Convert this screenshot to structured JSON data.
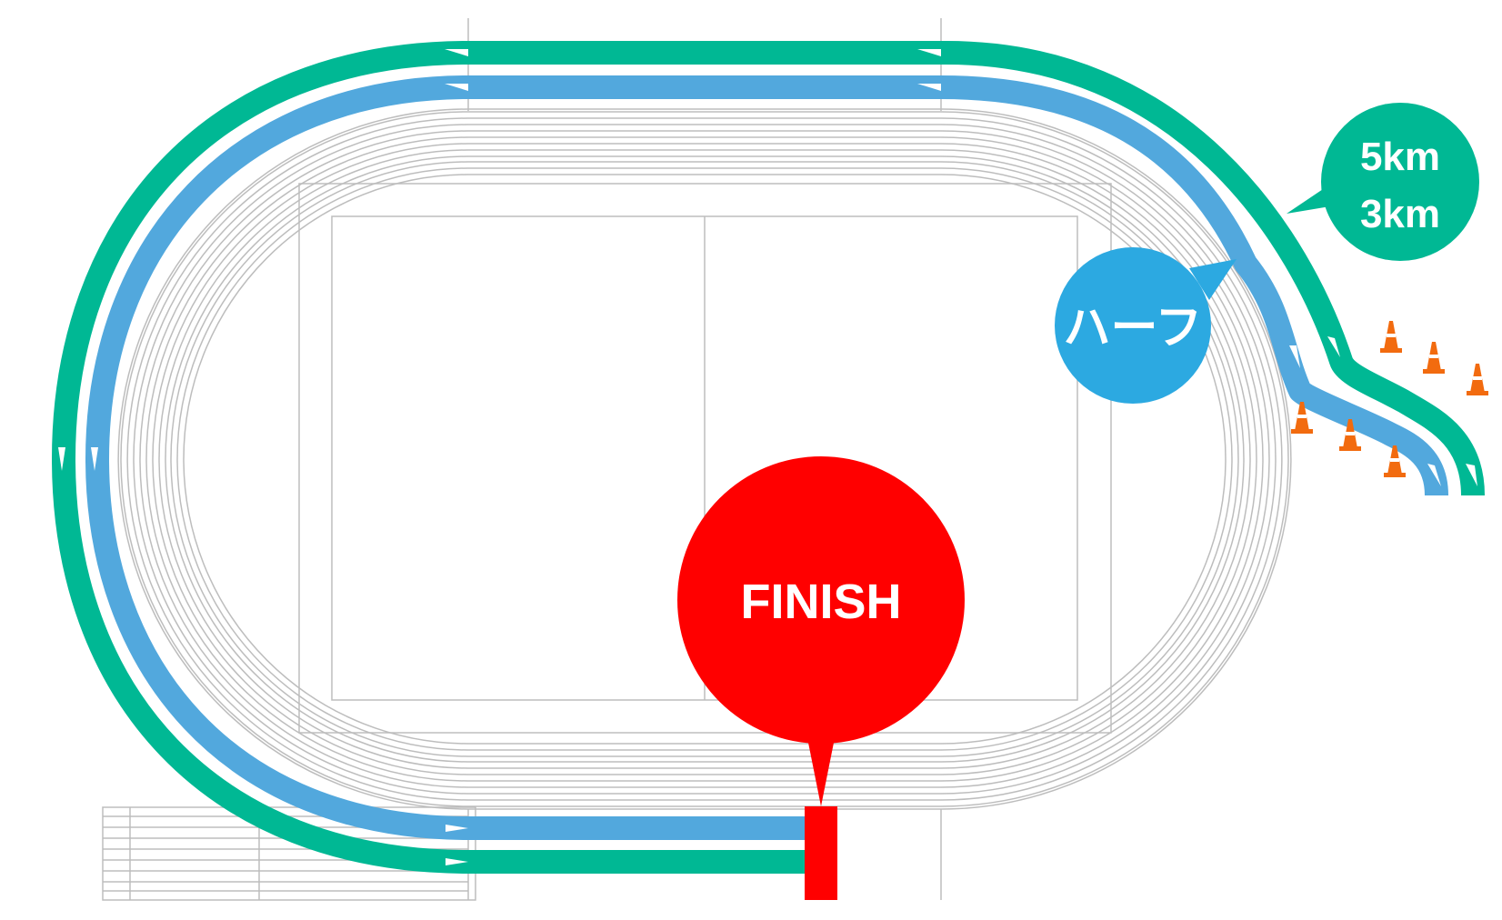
{
  "title": "",
  "labels": {
    "finish": "FINISH",
    "half": "ハーフ",
    "route_5km": "5km",
    "route_3km": "3km"
  },
  "colors": {
    "route_5km_3km": "#00B894",
    "route_half": "#52A8DD",
    "half_badge": "#2CA9E1",
    "finish": "#FF0000",
    "cone": "#F26B0F",
    "track_lines": "#BDBDBD",
    "background": "#FFFFFF"
  },
  "icons": [
    "cone-icon",
    "direction-arrow-icon"
  ]
}
